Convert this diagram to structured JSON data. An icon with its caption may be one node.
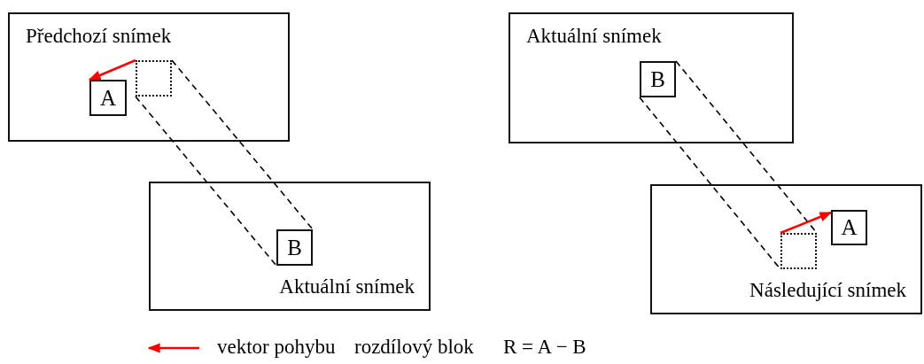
{
  "diagram": {
    "nodes": [
      {
        "text": [
          "Předchozí snímek"
        ]
      },
      {
        "text": [
          "A"
        ],
        "in": 0
      },
      {
        "text": [],
        "shape": "box",
        "in": 0
      },
      {
        "text": [
          "Aktuální snímek"
        ]
      },
      {
        "text": [
          "B"
        ],
        "in": 3
      },
      {
        "text": [
          "Aktuální snímek"
        ]
      },
      {
        "text": [
          "B"
        ],
        "in": 5
      },
      {
        "text": [
          "Následující snímek"
        ]
      },
      {
        "text": [],
        "shape": "box",
        "in": 7
      },
      {
        "text": [
          "A"
        ],
        "in": 7
      }
    ],
    "edges": [
      {
        "from": 2,
        "to": 1,
        "arrow": "to",
        "color": "#ff0000"
      },
      {
        "from": 2,
        "to": 4,
        "arrow": "none",
        "style": "dashed",
        "color": "#000000"
      },
      {
        "from": 6,
        "to": 8,
        "arrow": "none",
        "style": "dashed",
        "color": "#000000"
      },
      {
        "from": 8,
        "to": 9,
        "arrow": "to",
        "color": "#ff0000"
      }
    ],
    "labels": [
      "rozdílový blok",
      "R = A − B"
    ],
    "legend": [
      {
        "text": "vektor pohybu"
      }
    ]
  }
}
